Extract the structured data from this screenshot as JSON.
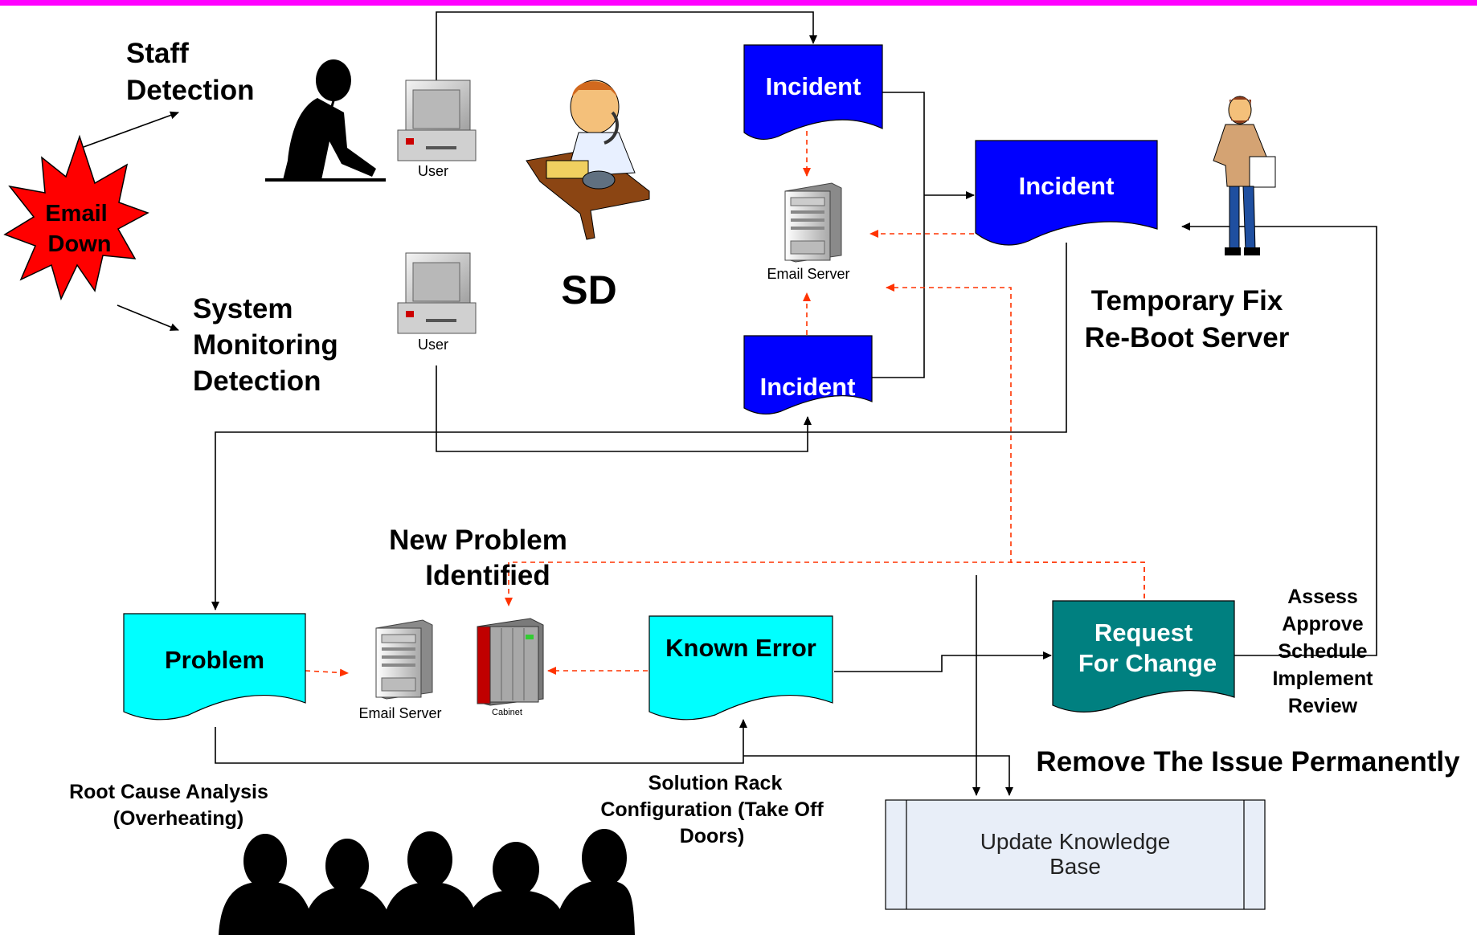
{
  "colors": {
    "top_bar": "#ff00ff",
    "incident_fill": "#0000ff",
    "problem_fill": "#00ffff",
    "rfc_fill": "#008080",
    "kb_fill": "#e8eef8",
    "burst_fill": "#ff0000",
    "dashed_arrow": "#ff3300",
    "line": "#000000"
  },
  "burst": {
    "line1": "Email",
    "line2": "Down"
  },
  "staff_detection": {
    "line1": "Staff",
    "line2": "Detection"
  },
  "system_monitoring": {
    "line1": "System",
    "line2": "Monitoring",
    "line3": "Detection"
  },
  "user_top_label": "User",
  "user_bottom_label": "User",
  "sd_label": "SD",
  "incident_top": "Incident",
  "incident_mid": "Incident",
  "incident_bottom": "Incident",
  "email_server_top_label": "Email Server",
  "temporary_fix": {
    "line1": "Temporary Fix",
    "line2": "Re-Boot Server"
  },
  "new_problem": {
    "line1": "New Problem",
    "line2": "Identified"
  },
  "problem_label": "Problem",
  "email_server_bottom_label": "Email Server",
  "cabinet_label": "Cabinet",
  "known_error_label": "Known Error",
  "rfc": {
    "line1": "Request",
    "line2": "For Change"
  },
  "assess_steps": [
    "Assess",
    "Approve",
    "Schedule",
    "Implement",
    "Review"
  ],
  "remove_issue": "Remove The Issue Permanently",
  "root_cause": {
    "line1": "Root Cause Analysis",
    "line2": "(Overheating)"
  },
  "solution": {
    "line1": "Solution Rack",
    "line2": "Configuration (Take Off",
    "line3": "Doors)"
  },
  "knowledge_base": {
    "line1": "Update Knowledge",
    "line2": "Base"
  },
  "icons": [
    "computer-icon",
    "phone-person-icon",
    "helpdesk-person-icon",
    "server-tower-icon",
    "cabinet-rack-icon",
    "engineer-icon",
    "meeting-silhouettes-icon"
  ]
}
